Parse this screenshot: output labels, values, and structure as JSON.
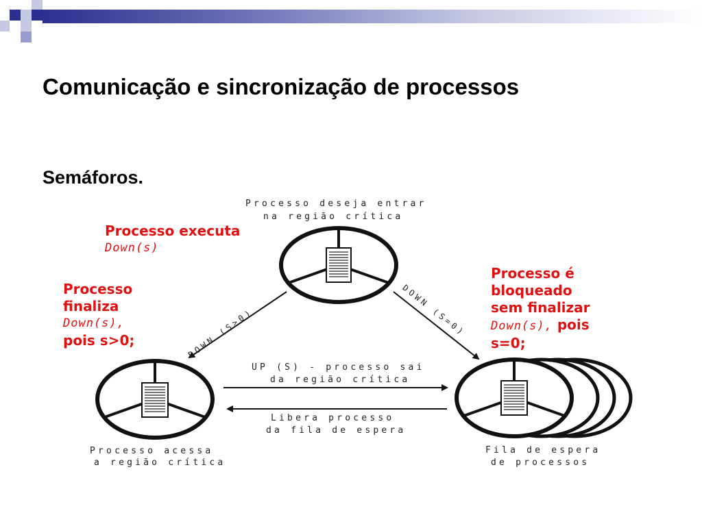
{
  "slide": {
    "title": "Comunicação e sincronização de processos",
    "subtitle": "Semáforos."
  },
  "colors": {
    "banner": "#2b2f8f",
    "annotation": "#e01010"
  },
  "diagram": {
    "top_label_1": "Processo deseja entrar",
    "top_label_2": "na região crítica",
    "left_label_1": "Processo acessa",
    "left_label_2": "a região crítica",
    "right_label_1": "Fila de espera",
    "right_label_2": "de processos",
    "arrow_up_1": "UP (S) - processo sai",
    "arrow_up_2": "da região crítica",
    "arrow_libera_1": "Libera processo",
    "arrow_libera_2": "da fila de espera",
    "down_left": "DOWN (S>0)",
    "down_right": "DOWN (S=0)"
  },
  "annotations": {
    "executa_1": "Processo executa",
    "executa_2": "Down(s)",
    "finaliza_1": "Processo",
    "finaliza_2": "finaliza",
    "finaliza_3": "Down(s),",
    "finaliza_4": "pois s>0;",
    "bloqueado_1": "Processo é",
    "bloqueado_2": "bloqueado",
    "bloqueado_3": "sem finalizar",
    "bloqueado_4": "Down(s),",
    "bloqueado_5": " pois",
    "bloqueado_6": "s=0;"
  }
}
